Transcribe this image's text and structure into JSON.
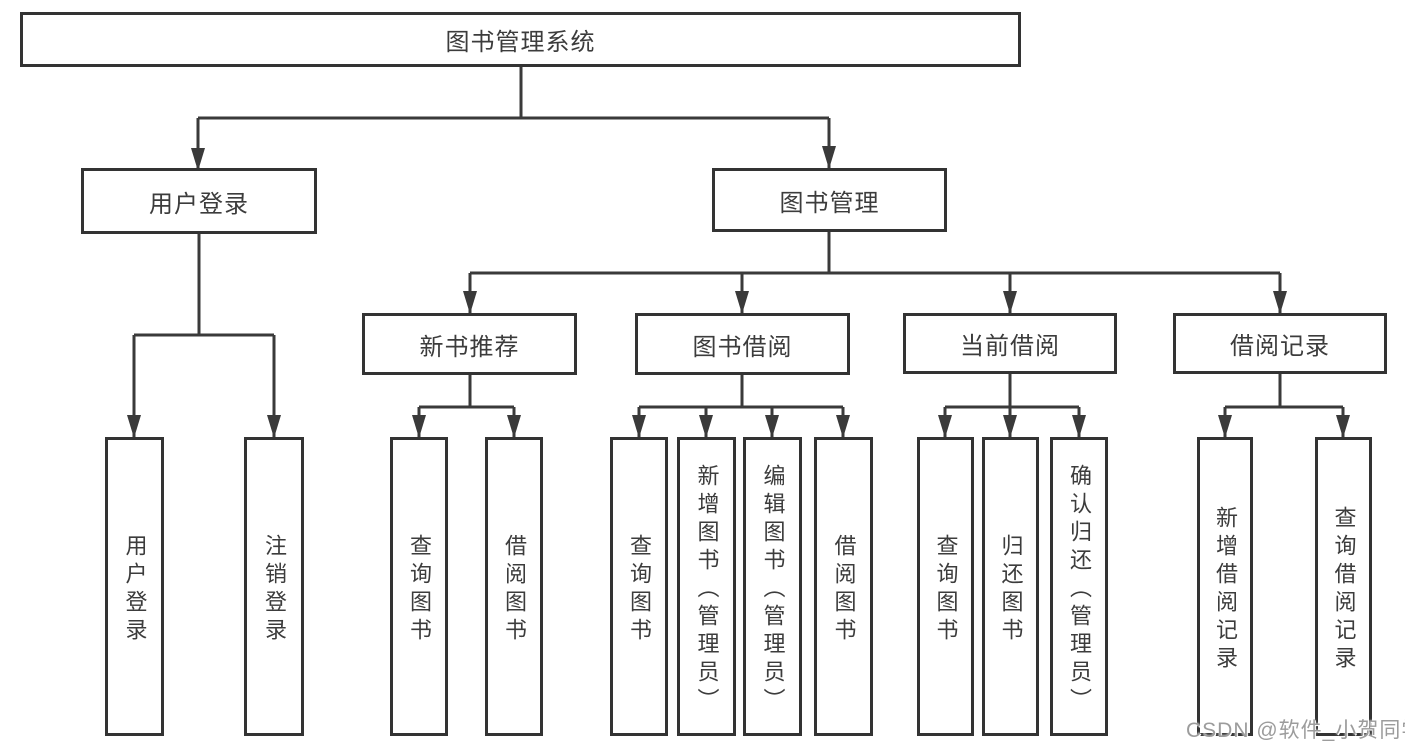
{
  "diagram": {
    "title": "图书管理系统",
    "branches": [
      {
        "label": "用户登录",
        "leaves": [
          "用户登录",
          "注销登录"
        ]
      },
      {
        "label": "图书管理",
        "sections": [
          {
            "label": "新书推荐",
            "leaves": [
              "查询图书",
              "借阅图书"
            ]
          },
          {
            "label": "图书借阅",
            "leaves": [
              "查询图书",
              "新增图书（管理员）",
              "编辑图书（管理员）",
              "借阅图书"
            ]
          },
          {
            "label": "当前借阅",
            "leaves": [
              "查询图书",
              "归还图书",
              "确认归还（管理员）"
            ]
          },
          {
            "label": "借阅记录",
            "leaves": [
              "新增借阅记录",
              "查询借阅记录"
            ]
          }
        ]
      }
    ]
  },
  "watermark": {
    "text": "CSDN @软件_小贺同学"
  },
  "colors": {
    "line": "#3a3a3a",
    "box_border": "#333333",
    "box_fill": "#ffffff",
    "text": "#3c3c3c",
    "watermark": "#9c9c9c",
    "background": "#ffffff"
  }
}
